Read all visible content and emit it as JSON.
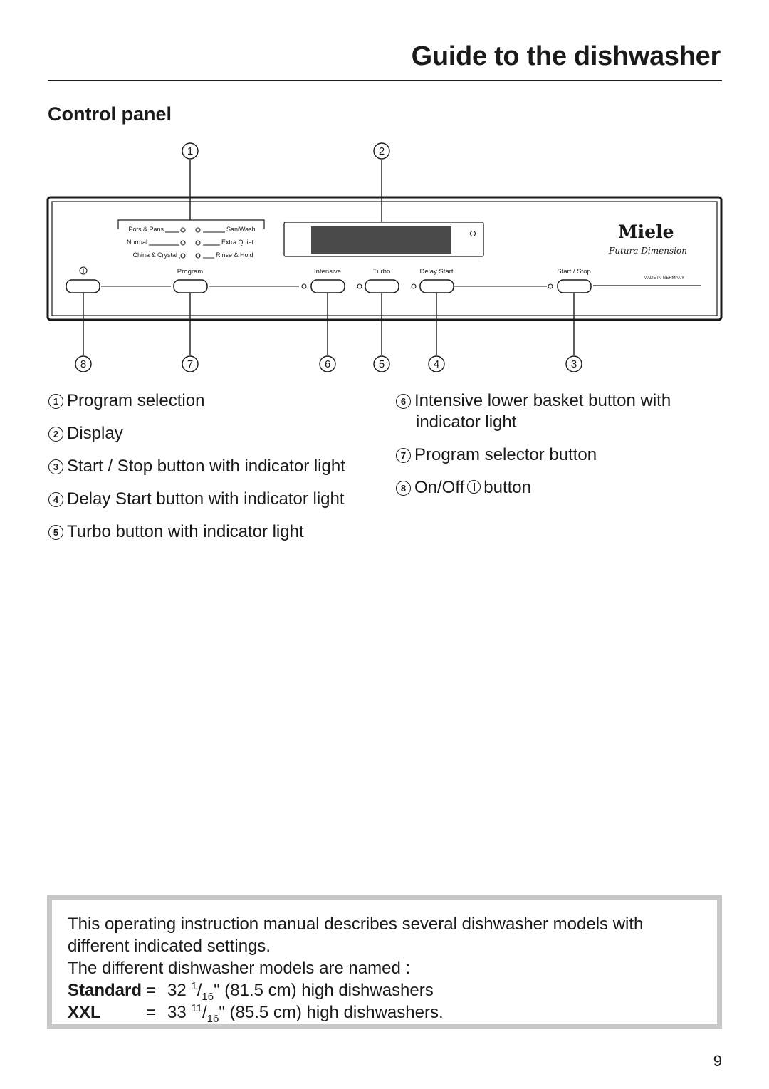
{
  "header": {
    "title": "Guide to the dishwasher"
  },
  "section": {
    "title": "Control panel"
  },
  "panel": {
    "indicators": {
      "left": [
        "Pots & Pans",
        "Normal",
        "China & Crystal"
      ],
      "right": [
        "SaniWash",
        "Extra Quiet",
        "Rinse & Hold"
      ]
    },
    "button_labels": {
      "program": "Program",
      "intensive": "Intensive",
      "turbo": "Turbo",
      "delay_start": "Delay Start",
      "start_stop": "Start / Stop"
    },
    "brand": "Miele",
    "brand_line": "Futura Dimension",
    "made_in": "MADE IN GERMANY"
  },
  "callouts": [
    "1",
    "2",
    "3",
    "4",
    "5",
    "6",
    "7",
    "8"
  ],
  "legend": {
    "items": [
      {
        "n": "1",
        "text": "Program selection"
      },
      {
        "n": "2",
        "text": "Display"
      },
      {
        "n": "3",
        "text": "Start / Stop button with indicator light"
      },
      {
        "n": "4",
        "text": "Delay Start button with indicator light"
      },
      {
        "n": "5",
        "text": "Turbo button with indicator light"
      },
      {
        "n": "6",
        "text": "Intensive lower basket button with",
        "text2": "indicator light"
      },
      {
        "n": "7",
        "text": "Program selector button"
      },
      {
        "n": "8",
        "text": "On/Off",
        "text_after": "button"
      }
    ]
  },
  "info": {
    "line1": "This operating instruction manual describes several dishwasher models with",
    "line2": "different indicated settings.",
    "line3": "The different dishwasher models are named :",
    "models": [
      {
        "name": "Standard",
        "eq": "=",
        "whole": "32",
        "num": "1",
        "den": "16",
        "rest": "\" (81.5 cm) high dishwashers"
      },
      {
        "name": "XXL",
        "eq": "=",
        "whole": "33",
        "num": "11",
        "den": "16",
        "rest": "\" (85.5 cm) high dishwashers."
      }
    ]
  },
  "page_number": "9"
}
